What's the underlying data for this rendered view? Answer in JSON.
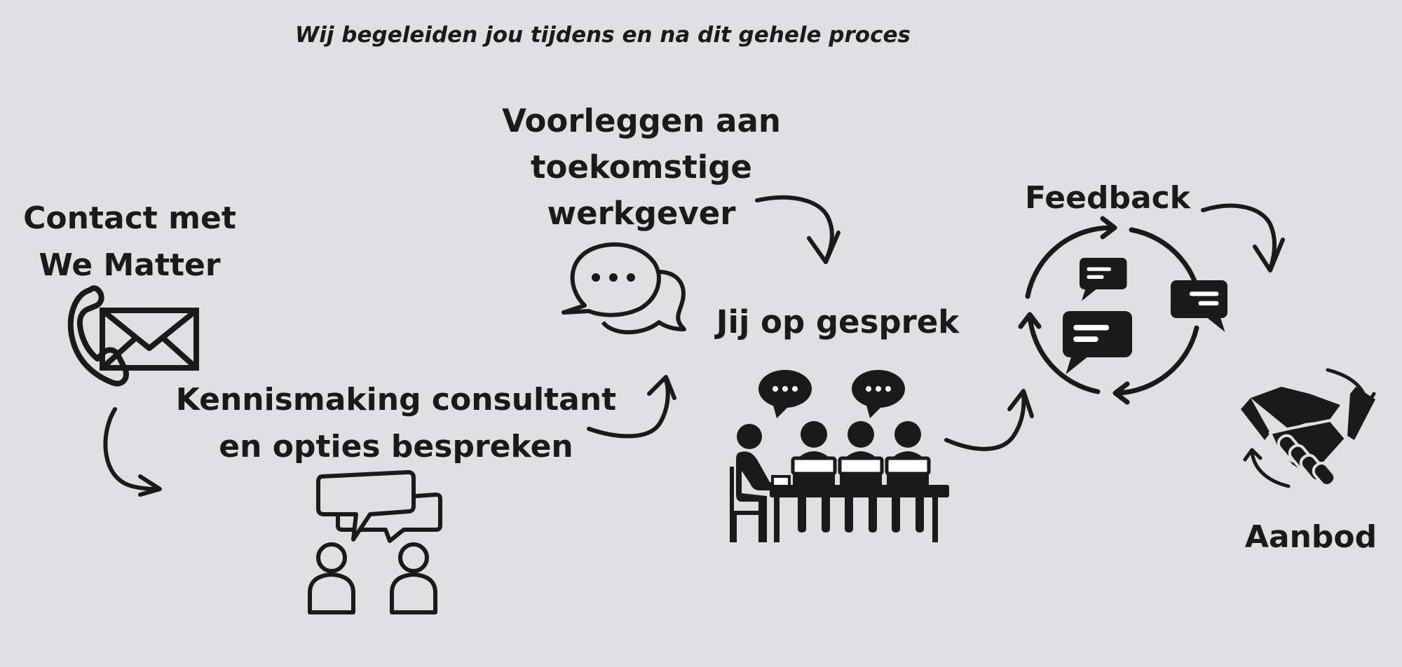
{
  "subtitle": "Wij begeleiden jou tijdens en na dit gehele proces",
  "steps": [
    {
      "label": "Contact met\nWe Matter",
      "icon": "phone-envelope-icon"
    },
    {
      "label": "Kennismaking consultant\nen opties bespreken",
      "icon": "two-people-chatting-icon"
    },
    {
      "label": "Voorleggen aan\ntoekomstige\nwerkgever",
      "icon": "speech-bubbles-icon"
    },
    {
      "label": "Jij op gesprek",
      "icon": "interview-panel-icon"
    },
    {
      "label": "Feedback",
      "icon": "feedback-cycle-icon"
    },
    {
      "label": "Aanbod",
      "icon": "handshake-icon"
    }
  ],
  "colors": {
    "background": "#dfe0e1",
    "ink": "#1a1a1a"
  }
}
